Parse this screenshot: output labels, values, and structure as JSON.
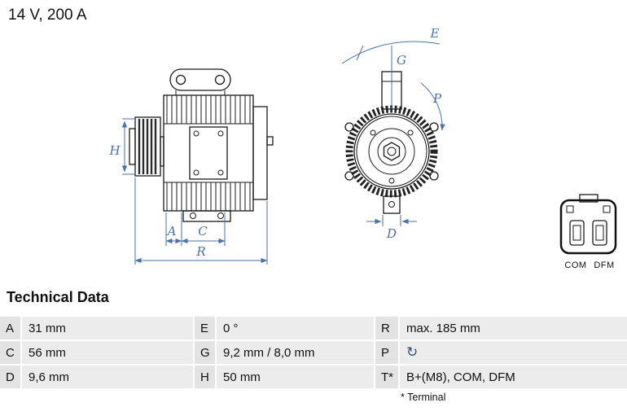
{
  "title": "14 V, 200 A",
  "diagram": {
    "accent_color": "#4a72ad",
    "dimension_labels": {
      "h": "H",
      "a": "A",
      "c": "C",
      "r": "R",
      "e": "E",
      "g": "G",
      "p": "P",
      "d": "D"
    },
    "connector_labels": {
      "left": "COM",
      "right": "DFM"
    }
  },
  "table": {
    "heading": "Technical Data",
    "rows": [
      {
        "l1": "A",
        "v1": "31 mm",
        "l2": "E",
        "v2": "0 °",
        "l3": "R",
        "v3": "max. 185 mm"
      },
      {
        "l1": "C",
        "v1": "56 mm",
        "l2": "G",
        "v2": "9,2 mm / 8,0 mm",
        "l3": "P",
        "v3": "↻"
      },
      {
        "l1": "D",
        "v1": "9,6 mm",
        "l2": "H",
        "v2": "50 mm",
        "l3": "T*",
        "v3": "B+(M8), COM, DFM"
      }
    ],
    "footnote": "* Terminal"
  }
}
